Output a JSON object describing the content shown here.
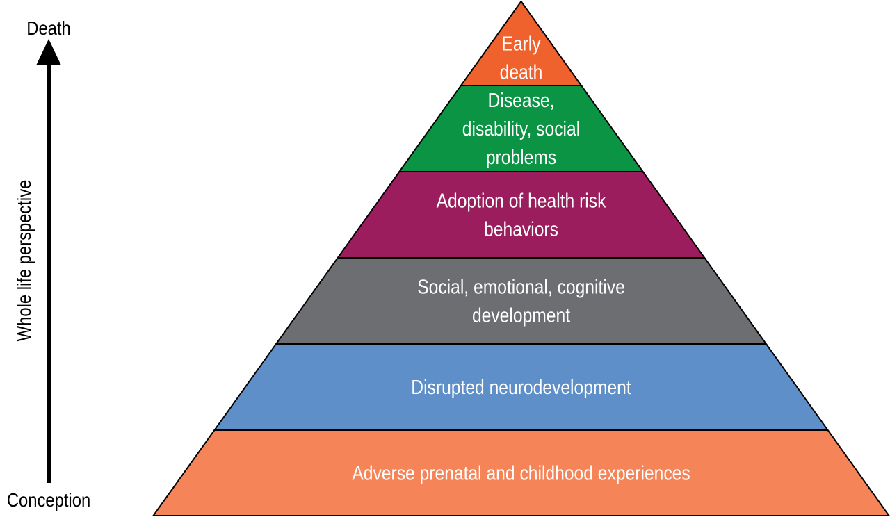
{
  "axis": {
    "top_label": "Death",
    "bottom_label": "Conception",
    "side_label": "Whole life perspective"
  },
  "layers": [
    {
      "lines": [
        "Early",
        "death"
      ],
      "color": "#f0622d"
    },
    {
      "lines": [
        "Disease,",
        "disability, social",
        "problems"
      ],
      "color": "#0b9444"
    },
    {
      "lines": [
        "Adoption of health risk",
        "behaviors"
      ],
      "color": "#9c1d5e"
    },
    {
      "lines": [
        "Social, emotional, cognitive",
        "development"
      ],
      "color": "#6d6e71"
    },
    {
      "lines": [
        "Disrupted neurodevelopment"
      ],
      "color": "#5f8fc8"
    },
    {
      "lines": [
        "Adverse prenatal and childhood experiences"
      ],
      "color": "#f58558"
    }
  ]
}
